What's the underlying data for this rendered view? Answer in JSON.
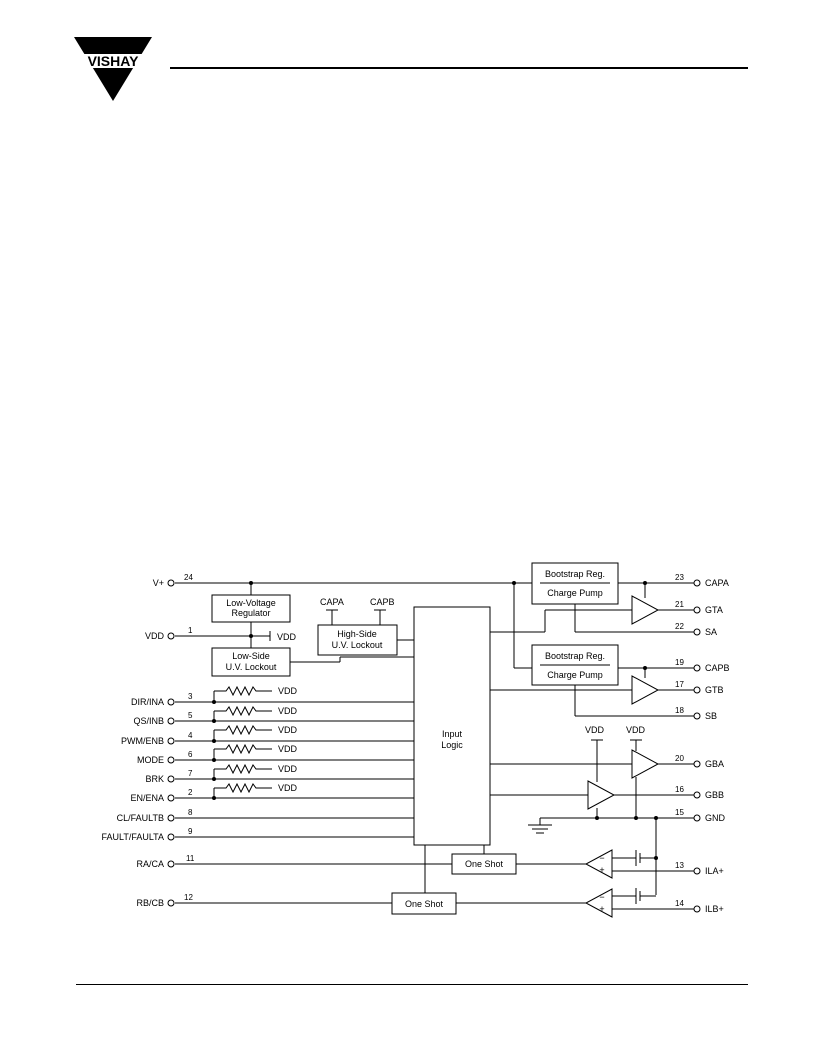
{
  "header": {
    "brand": "VISHAY",
    "brand_color": "#000000"
  },
  "diagram": {
    "blocks": {
      "lv_reg_1": "Low-Voltage",
      "lv_reg_2": "Regulator",
      "ls_uvl_1": "Low-Side",
      "ls_uvl_2": "U.V. Lockout",
      "hs_uvl_1": "High-Side",
      "hs_uvl_2": "U.V. Lockout",
      "input_logic_1": "Input",
      "input_logic_2": "Logic",
      "boot_a_1": "Bootstrap Reg.",
      "boot_a_2": "Charge Pump",
      "boot_b_1": "Bootstrap Reg.",
      "boot_b_2": "Charge Pump",
      "one_shot_a": "One Shot",
      "one_shot_b": "One Shot"
    },
    "left_pins": [
      {
        "label": "V+",
        "number": "24"
      },
      {
        "label": "VDD",
        "number": "1"
      },
      {
        "label": "DIR/INA",
        "number": "3"
      },
      {
        "label": "QS/INB",
        "number": "5"
      },
      {
        "label": "PWM/ENB",
        "number": "4"
      },
      {
        "label": "MODE",
        "number": "6"
      },
      {
        "label": "BRK",
        "number": "7"
      },
      {
        "label": "EN/ENA",
        "number": "2"
      },
      {
        "label": "CL/FAULTB",
        "number": "8"
      },
      {
        "label": "FAULT/FAULTA",
        "number": "9"
      },
      {
        "label": "RA/CA",
        "number": "11"
      },
      {
        "label": "RB/CB",
        "number": "12"
      }
    ],
    "right_pins": [
      {
        "label": "CAPA",
        "number": "23"
      },
      {
        "label": "GTA",
        "number": "21"
      },
      {
        "label": "SA",
        "number": "22"
      },
      {
        "label": "CAPB",
        "number": "19"
      },
      {
        "label": "GTB",
        "number": "17"
      },
      {
        "label": "SB",
        "number": "18"
      },
      {
        "label": "GBA",
        "number": "20"
      },
      {
        "label": "GBB",
        "number": "16"
      },
      {
        "label": "GND",
        "number": "15"
      },
      {
        "label": "ILA+",
        "number": "13"
      },
      {
        "label": "ILB+",
        "number": "14"
      }
    ],
    "vdd_label": "VDD",
    "cap_a": "CAPA",
    "cap_b": "CAPB",
    "minus": "−",
    "plus": "+"
  }
}
